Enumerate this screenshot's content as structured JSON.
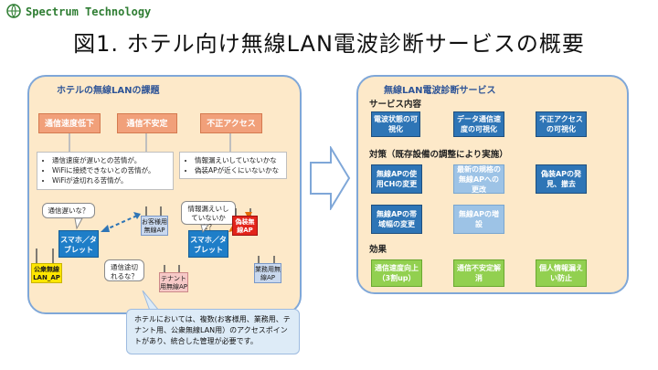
{
  "brand": "Spectrum Technology",
  "title": "図1. ホテル向け無線LAN電波診断サービスの概要",
  "left_panel": {
    "title": "ホテルの無線LANの課題",
    "issues": [
      "通信速度低下",
      "通信不安定",
      "不正アクセス"
    ],
    "complaints": [
      "通信速度が遅いとの苦情が。",
      "WiFiに接続できないとの苦情が。",
      "WiFiが途切れる苦情が。"
    ],
    "security": [
      "情報漏えいしていないかな",
      "偽装APが近くにいないかな"
    ],
    "bubbles": {
      "slow": "通信遅いな？",
      "cut": "通信途切れるな？",
      "leak": "情報漏えいしていないかな？"
    },
    "devices": [
      "スマホ／タブレット",
      "スマホ／タブレット"
    ],
    "aps": {
      "guest": "お客様用無線AP",
      "fake": "偽装無線AP",
      "public": "公衆無線LAN_AP",
      "tenant": "テナント用無線AP",
      "business": "業務用無線AP"
    }
  },
  "note": "ホテルにおいては、複数(お客様用、業務用、テナント用、公衆無線LAN用）のアクセスポイントがあり、統合した管理が必要です。",
  "right_panel": {
    "title": "無線LAN電波診断サービス",
    "section_service": "サービス内容",
    "services": [
      "電波状態の可視化",
      "データ通信速度の可視化",
      "不正アクセスの可視化"
    ],
    "section_measures": "対策（既存設備の調整により実施）",
    "measures_row1": [
      "無線APの使用CHの変更",
      "最新の規格の無線APへの更改",
      "偽装APの発見、撤去"
    ],
    "measures_row2": [
      "無線APの帯域幅の変更",
      "無線APの増設"
    ],
    "section_effect": "効果",
    "effects": [
      "通信速度向上（3割up）",
      "通信不安定解消",
      "個人情報漏えい防止"
    ]
  },
  "colors": {
    "panel_fill": "#fde9c9",
    "panel_border": "#7fa7d8",
    "issue_red": "#f1a07a",
    "service_blue": "#2e75b6",
    "service_light": "#9dc3e6",
    "effect_green": "#92d050",
    "fake_ap_red": "#e3241b",
    "public_ap_yellow": "#ffe600"
  }
}
